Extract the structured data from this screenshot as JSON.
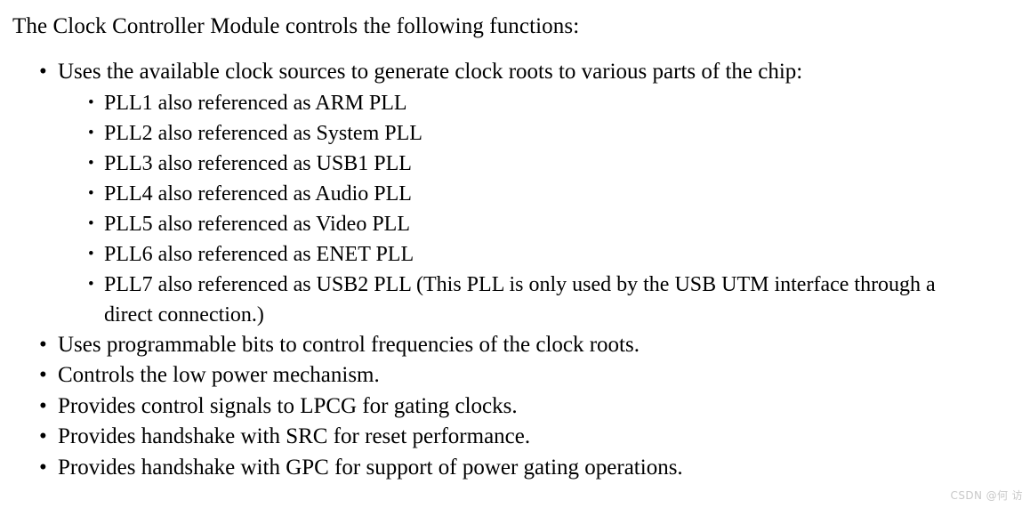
{
  "document": {
    "intro": "The Clock Controller Module controls the following functions:",
    "bullet_glyph": "•",
    "text_color": "#000000",
    "background_color": "#ffffff",
    "items": [
      {
        "level": 1,
        "text": "Uses the available clock sources to generate clock roots to various parts of the chip:",
        "children": [
          {
            "level": 2,
            "text": "PLL1 also referenced as ARM PLL"
          },
          {
            "level": 2,
            "text": "PLL2 also referenced as System PLL"
          },
          {
            "level": 2,
            "text": "PLL3 also referenced as USB1 PLL"
          },
          {
            "level": 2,
            "text": "PLL4 also referenced as Audio PLL"
          },
          {
            "level": 2,
            "text": "PLL5 also referenced as Video PLL"
          },
          {
            "level": 2,
            "text": "PLL6 also referenced as ENET PLL"
          },
          {
            "level": 2,
            "text": "PLL7 also referenced as USB2 PLL (This PLL is only used by the USB UTM interface through a direct connection.)"
          }
        ]
      },
      {
        "level": 1,
        "text": "Uses programmable bits to control frequencies of the clock roots.",
        "children": []
      },
      {
        "level": 1,
        "text": "Controls the low power mechanism.",
        "children": []
      },
      {
        "level": 1,
        "text": "Provides control signals to LPCG for gating clocks.",
        "children": []
      },
      {
        "level": 1,
        "text": "Provides handshake with SRC for reset performance.",
        "children": []
      },
      {
        "level": 1,
        "text": "Provides handshake with GPC for support of power gating operations.",
        "children": []
      }
    ]
  },
  "watermark": {
    "text": "CSDN @何 访",
    "color": "#c9c9c9"
  }
}
